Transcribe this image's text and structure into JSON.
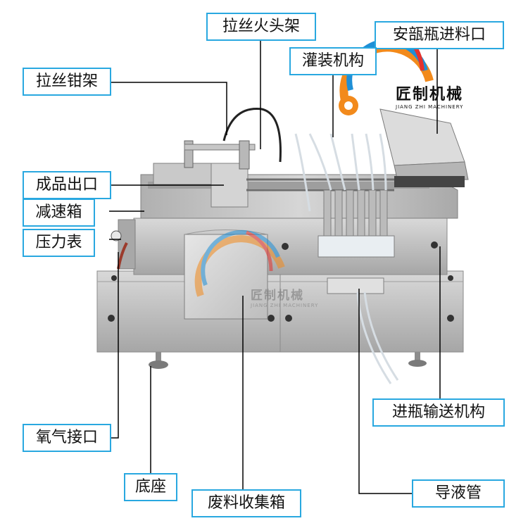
{
  "labels": {
    "wire_drawing_torch_frame": "拉丝火头架",
    "ampoule_inlet": "安瓿瓶进料口",
    "filling_mechanism": "灌装机构",
    "wire_drawing_clamp_frame": "拉丝钳架",
    "product_outlet": "成品出口",
    "gearbox": "减速箱",
    "pressure_gauge": "压力表",
    "bottle_feed_conveyor": "进瓶输送机构",
    "oxygen_inlet": "氧气接口",
    "base": "底座",
    "waste_collection_box": "废料收集箱",
    "liquid_guide_pipe": "导液管"
  },
  "logo": {
    "name": "匠制机械",
    "subtitle": "JIANG ZHI MACHINERY"
  },
  "watermark": {
    "name": "匠制机械",
    "subtitle": "JIANG ZHI MACHINERY"
  },
  "colors": {
    "label_border": "#29a8e0",
    "leader_line": "#000000",
    "logo_orange": "#f28a1c",
    "logo_blue": "#1f8fd6",
    "logo_red": "#e5322d",
    "steel": "#bdbdbd"
  }
}
